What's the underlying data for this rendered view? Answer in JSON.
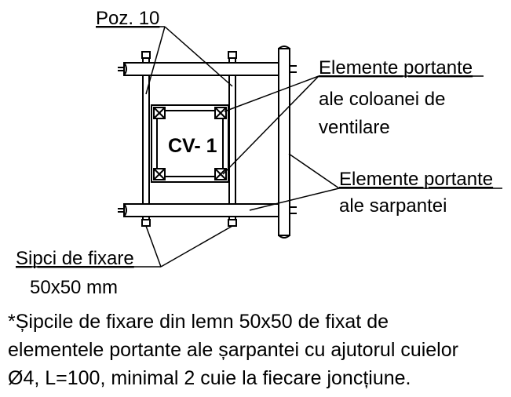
{
  "labels": {
    "poz": "Poz. 10",
    "cv": "CV- 1",
    "vent_line1": "Elemente portante",
    "vent_line2": "ale coloanei de",
    "vent_line3": "ventilare",
    "roof_line1": "Elemente portante",
    "roof_line2": "ale sarpantei",
    "sipci_line1": "Sipci de fixare",
    "sipci_line2": "50x50 mm"
  },
  "note": {
    "line1": "*Șipcile de fixare din lemn 50x50 de fixat de",
    "line2": "elementele portante ale șarpantei cu ajutorul cuielor",
    "line3": "Ø4, L=100, minimal 2 cuie la fiecare joncțiune."
  }
}
